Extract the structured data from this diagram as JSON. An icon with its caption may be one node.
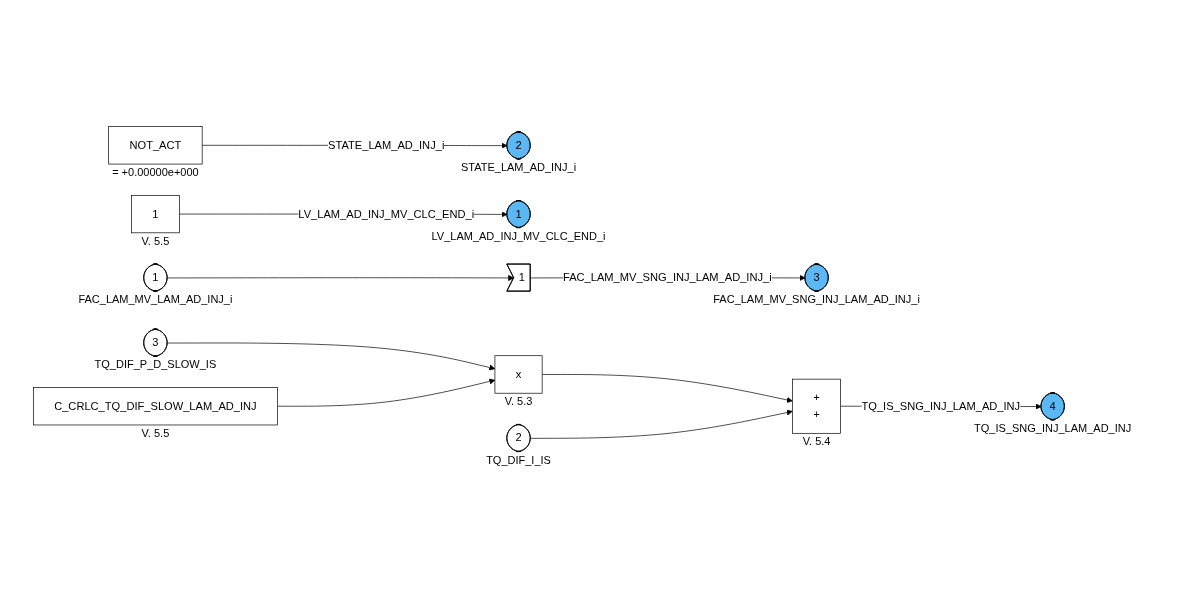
{
  "diagram": {
    "nodes": [
      {
        "text": [
          "NOT_ACT"
        ],
        "beside": [
          "= +0.00000e+000"
        ]
      },
      {
        "text": [
          "2"
        ],
        "beside": [
          "STATE_LAM_AD_INJ_i"
        ]
      },
      {
        "text": [
          "1"
        ],
        "beside": [
          "V. 5.5"
        ]
      },
      {
        "text": [
          "1"
        ],
        "beside": [
          "LV_LAM_AD_INJ_MV_CLC_END_i"
        ]
      },
      {
        "text": [
          "1"
        ],
        "beside": [
          "FAC_LAM_MV_LAM_AD_INJ_i"
        ]
      },
      {
        "text": [
          "1"
        ]
      },
      {
        "text": [
          "3"
        ],
        "beside": [
          "FAC_LAM_MV_SNG_INJ_LAM_AD_INJ_i"
        ]
      },
      {
        "text": [
          "3"
        ],
        "beside": [
          "TQ_DIF_P_D_SLOW_IS"
        ]
      },
      {
        "text": [
          "x"
        ],
        "beside": [
          "V. 5.3"
        ]
      },
      {
        "text": [
          "C_CRLC_TQ_DIF_SLOW_LAM_AD_INJ"
        ],
        "beside": [
          "V. 5.5"
        ]
      },
      {
        "text": [
          "+",
          "+"
        ],
        "beside": [
          "V. 5.4"
        ]
      },
      {
        "text": [
          "2"
        ],
        "beside": [
          "TQ_DIF_I_IS"
        ]
      },
      {
        "text": [
          "4"
        ],
        "beside": [
          "TQ_IS_SNG_INJ_LAM_AD_INJ"
        ]
      }
    ],
    "edges": [
      {
        "from": 0,
        "to": 1,
        "arrow": "to",
        "label": "STATE_LAM_AD_INJ_i"
      },
      {
        "from": 2,
        "to": 3,
        "arrow": "to",
        "label": "LV_LAM_AD_INJ_MV_CLC_END_i"
      },
      {
        "from": 4,
        "to": 5,
        "arrow": "to"
      },
      {
        "from": 5,
        "to": 6,
        "arrow": "to",
        "label": "FAC_LAM_MV_SNG_INJ_LAM_AD_INJ_i"
      },
      {
        "from": 7,
        "to": 8,
        "arrow": "to"
      },
      {
        "from": 9,
        "to": 8,
        "arrow": "to"
      },
      {
        "from": 8,
        "to": 10,
        "arrow": "to"
      },
      {
        "from": 11,
        "to": 10,
        "arrow": "to"
      },
      {
        "from": 10,
        "to": 12,
        "arrow": "to",
        "label": "TQ_IS_SNG_INJ_LAM_AD_INJ"
      }
    ]
  }
}
